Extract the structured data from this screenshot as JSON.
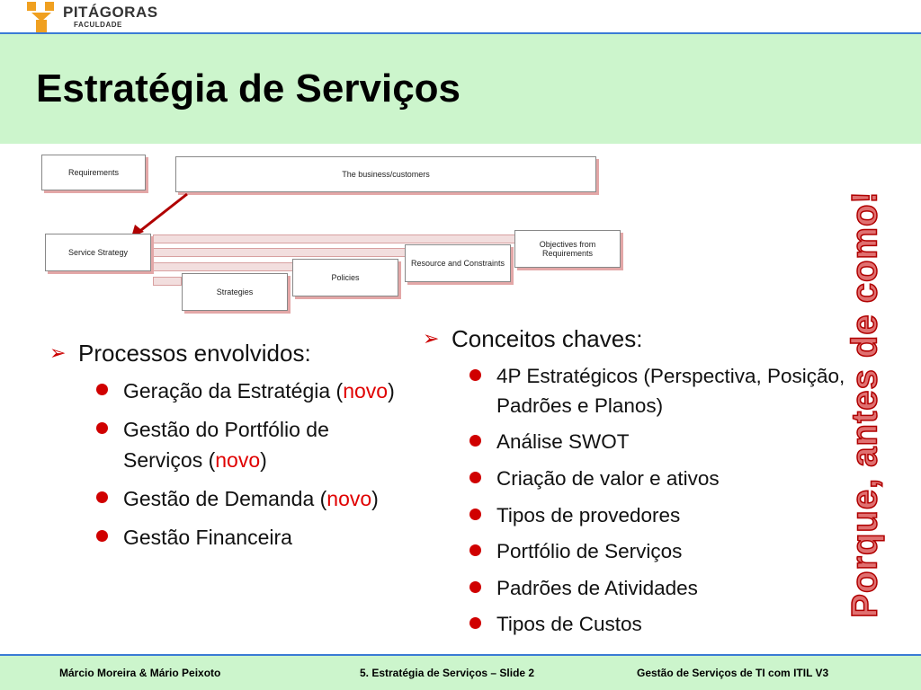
{
  "logo": {
    "name": "PITÁGORAS",
    "sub": "FACULDADE"
  },
  "title": "Estratégia de Serviços",
  "diagram": {
    "requirements": "Requirements",
    "business": "The business/customers",
    "service_strategy": "Service Strategy",
    "objectives": "Objectives from Requirements",
    "resource": "Resource and Constraints",
    "policies": "Policies",
    "strategies": "Strategies"
  },
  "left": {
    "heading": "Processos envolvidos:",
    "items": [
      {
        "text": "Geração da Estratégia (",
        "tag": "novo",
        "tail": ")"
      },
      {
        "text": "Gestão do Portfólio de Serviços (",
        "tag": "novo",
        "tail": ")"
      },
      {
        "text": "Gestão de Demanda (",
        "tag": "novo",
        "tail": ")"
      },
      {
        "text": "Gestão Financeira",
        "tag": "",
        "tail": ""
      }
    ]
  },
  "right": {
    "heading": "Conceitos chaves:",
    "items": [
      "4P Estratégicos (Perspectiva, Posição, Padrões e Planos)",
      "Análise SWOT",
      "Criação de valor e ativos",
      "Tipos de provedores",
      "Portfólio de Serviços",
      "Padrões de Atividades",
      "Tipos de Custos"
    ]
  },
  "vertical_text": "Porque, antes de como!",
  "footer": {
    "authors": "Márcio Moreira & Mário Peixoto",
    "slide": "5. Estratégia de Serviços – Slide 2",
    "course": "Gestão de Serviços de TI com ITIL V3"
  },
  "colors": {
    "accent_red": "#cc0000",
    "band_green": "#ccf5cc",
    "rule_blue": "#3a7bd5"
  }
}
